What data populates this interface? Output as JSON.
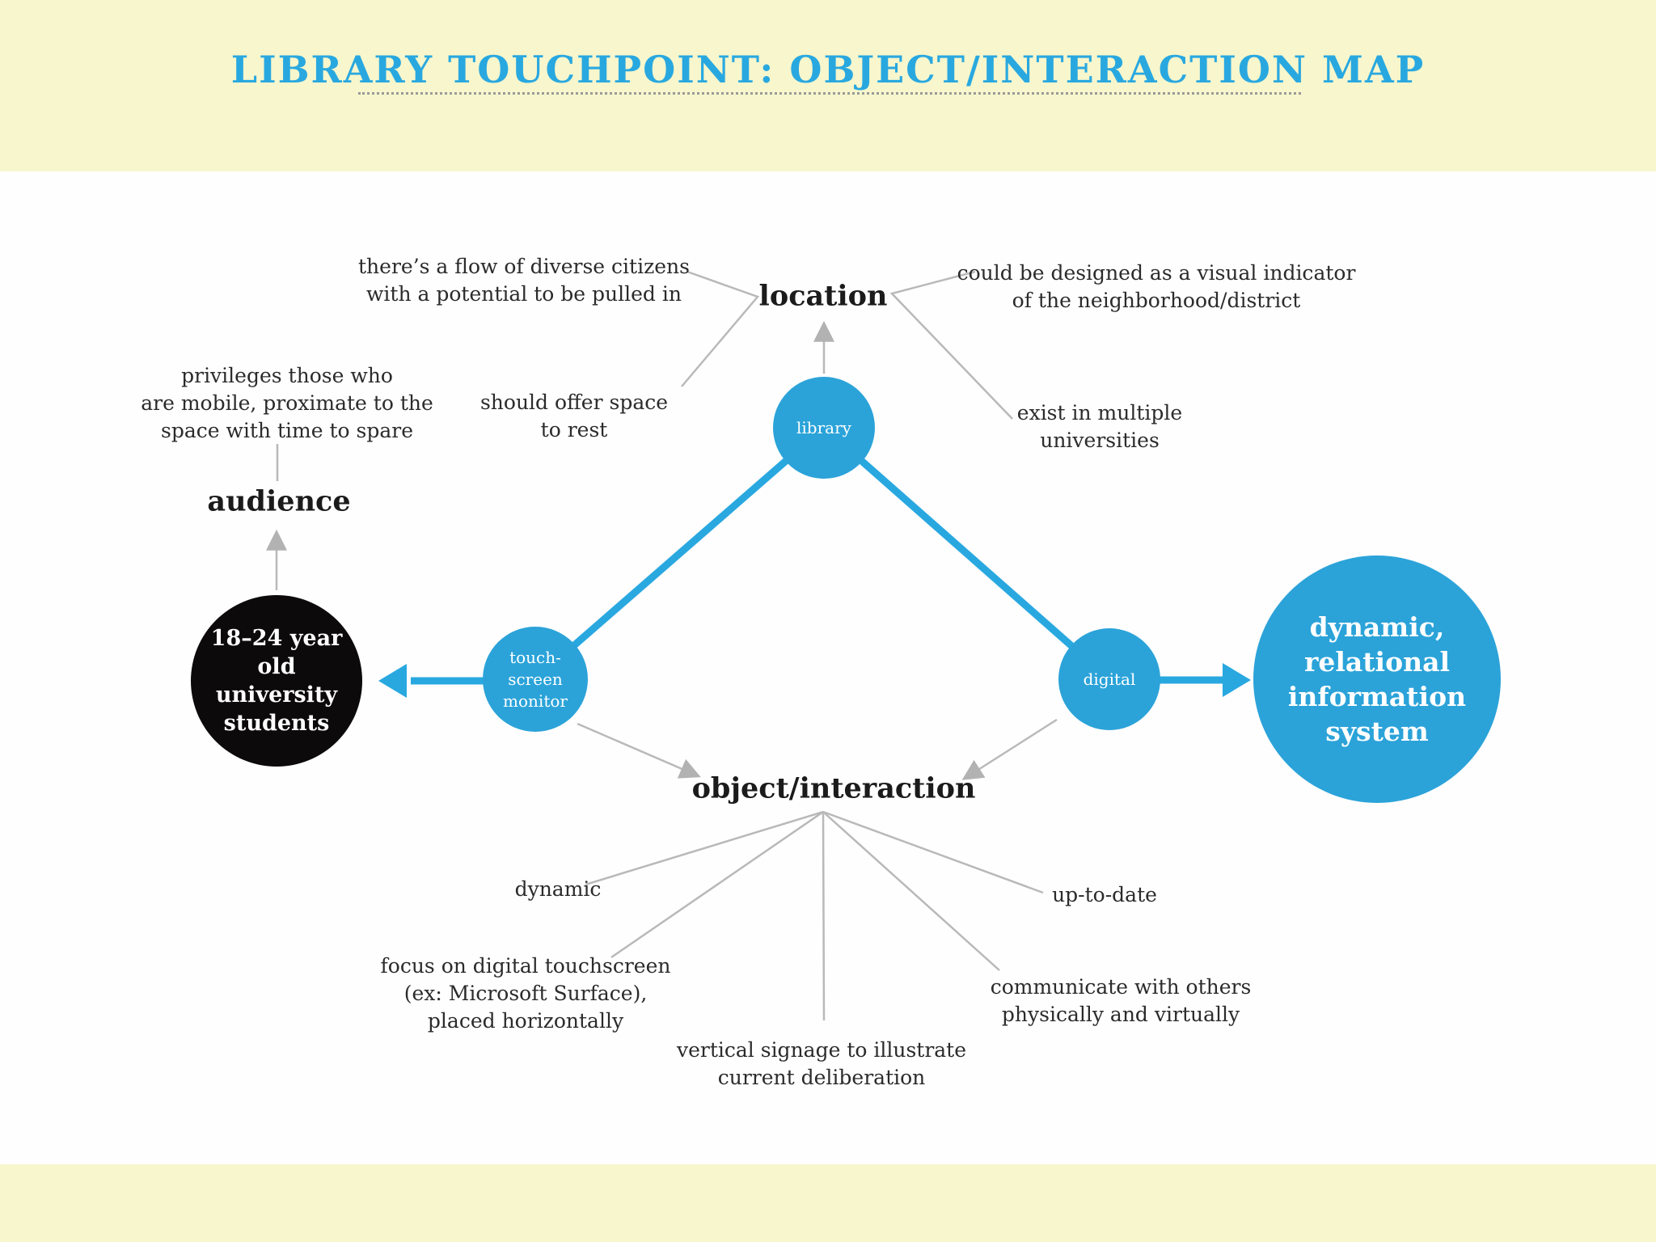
{
  "title": "LIBRARY TOUCHPOINT: OBJECT/INTERACTION MAP",
  "colors": {
    "band_yellow": "#f7f6cc",
    "canvas_white": "#fefefe",
    "accent_blue": "#29a8e0",
    "node_blue": "#2ba3d9",
    "node_black": "#0c0a0a",
    "connector_gray": "#b9b9b9",
    "text_dark": "#2b2b2b"
  },
  "labels": {
    "location": "location",
    "audience": "audience",
    "object_interaction": "object/interaction"
  },
  "nodes": {
    "library": "library",
    "touchscreen": "touch-\nscreen\nmonitor",
    "digital": "digital",
    "students": "18–24 year old\nuniversity\nstudents",
    "system": "dynamic,\nrelational\ninformation\nsystem"
  },
  "annotations": {
    "flow": "there’s a flow of diverse citizens\nwith a potential to be pulled in",
    "visual_indicator": "could be designed as a visual indicator\nof the neighborhood/district",
    "privileges": "privileges those who\nare mobile, proximate to the\nspace with time to spare",
    "offer_space": "should offer space\nto rest",
    "universities": "exist in multiple\nuniversities",
    "dynamic": "dynamic",
    "up_to_date": "up-to-date",
    "touchscreen_focus": "focus on digital touchscreen\n(ex: Microsoft Surface),\nplaced horizontally",
    "communicate": "communicate with others\nphysically and virtually",
    "signage": "vertical signage to illustrate\ncurrent deliberation"
  }
}
